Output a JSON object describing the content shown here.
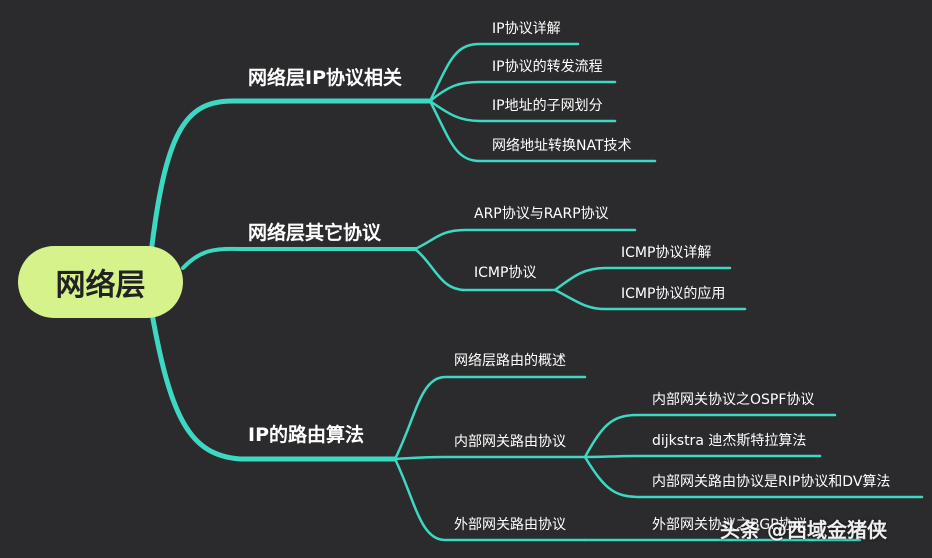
{
  "root": "网络层",
  "branch1": {
    "title": "网络层IP协议相关",
    "items": [
      "IP协议详解",
      "IP协议的转发流程",
      "IP地址的子网划分",
      "网络地址转换NAT技术"
    ]
  },
  "branch2": {
    "title": "网络层其它协议",
    "arp": "ARP协议与RARP协议",
    "icmp": "ICMP协议",
    "icmp_items": [
      "ICMP协议详解",
      "ICMP协议的应用"
    ]
  },
  "branch3": {
    "title": "IP的路由算法",
    "overview": "网络层路由的概述",
    "interior": "内部网关路由协议",
    "interior_items": [
      "内部网关协议之OSPF协议",
      "dijkstra 迪杰斯特拉算法",
      "内部网关路由协议是RIP协议和DV算法"
    ],
    "exterior": "外部网关路由协议",
    "exterior_items": [
      "外部网关协议之BGP协议"
    ]
  },
  "watermark": "头条 @西域金猪侠",
  "colors": {
    "background": "#2b2b2d",
    "line": "#3dd8c4",
    "root_fill": "#d6f28a"
  }
}
